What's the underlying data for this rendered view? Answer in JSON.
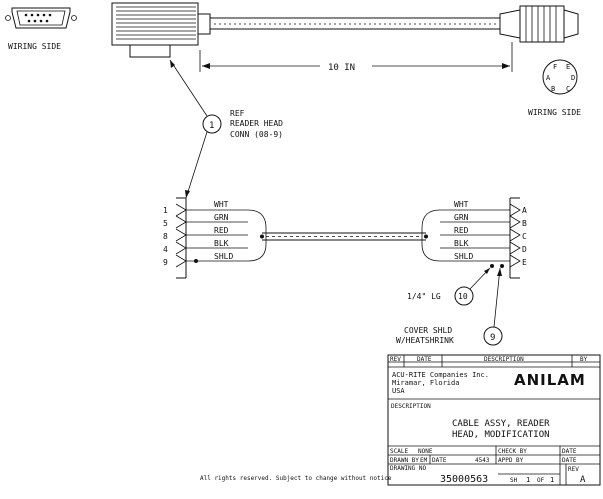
{
  "left_connector": {
    "label": "WIRING SIDE"
  },
  "right_connector": {
    "label": "WIRING SIDE",
    "pins": [
      "A",
      "B",
      "C",
      "D",
      "E",
      "F"
    ]
  },
  "cable": {
    "length_label": "10 IN"
  },
  "callouts": [
    {
      "id": "1",
      "lines": [
        "REF",
        "READER HEAD",
        "CONN (08-9)"
      ]
    },
    {
      "id": "10",
      "text": "1/4\" LG"
    },
    {
      "id": "9",
      "lines": [
        "COVER SHLD",
        "W/HEATSHRINK"
      ]
    }
  ],
  "left_pins": [
    "1",
    "5",
    "8",
    "4",
    "9"
  ],
  "right_pins": [
    "A",
    "B",
    "C",
    "D",
    "E"
  ],
  "wires": [
    "WHT",
    "GRN",
    "RED",
    "BLK",
    "SHLD"
  ],
  "title_block": {
    "revision_headers": {
      "rev": "REV",
      "date": "DATE",
      "description": "DESCRIPTION",
      "by": "BY"
    },
    "company": [
      "ACU-RITE Companies Inc.",
      "Miramar, Florida",
      "USA"
    ],
    "logo": "ANILAM",
    "description_label": "DESCRIPTION",
    "title": [
      "CABLE ASSY, READER",
      "HEAD, MODIFICATION"
    ],
    "scale_label": "SCALE",
    "scale_value": "NONE",
    "checked_label": "CHECK BY",
    "date_label": "DATE",
    "drawn_label": "DRAWN BY",
    "drawn_value": "EM",
    "drawn_date_label": "DATE",
    "drawn_date": "4543",
    "approved_label": "APPD BY",
    "approved_date_label": "DATE",
    "drawing_no_label": "DRAWING NO",
    "drawing_no": "35000563",
    "sheet_label": "SH",
    "sheet_value": "1",
    "of_label": "OF",
    "of_value": "1",
    "rev_label": "REV",
    "rev_value": "A"
  },
  "footer": "All rights reserved. Subject to change without notice"
}
